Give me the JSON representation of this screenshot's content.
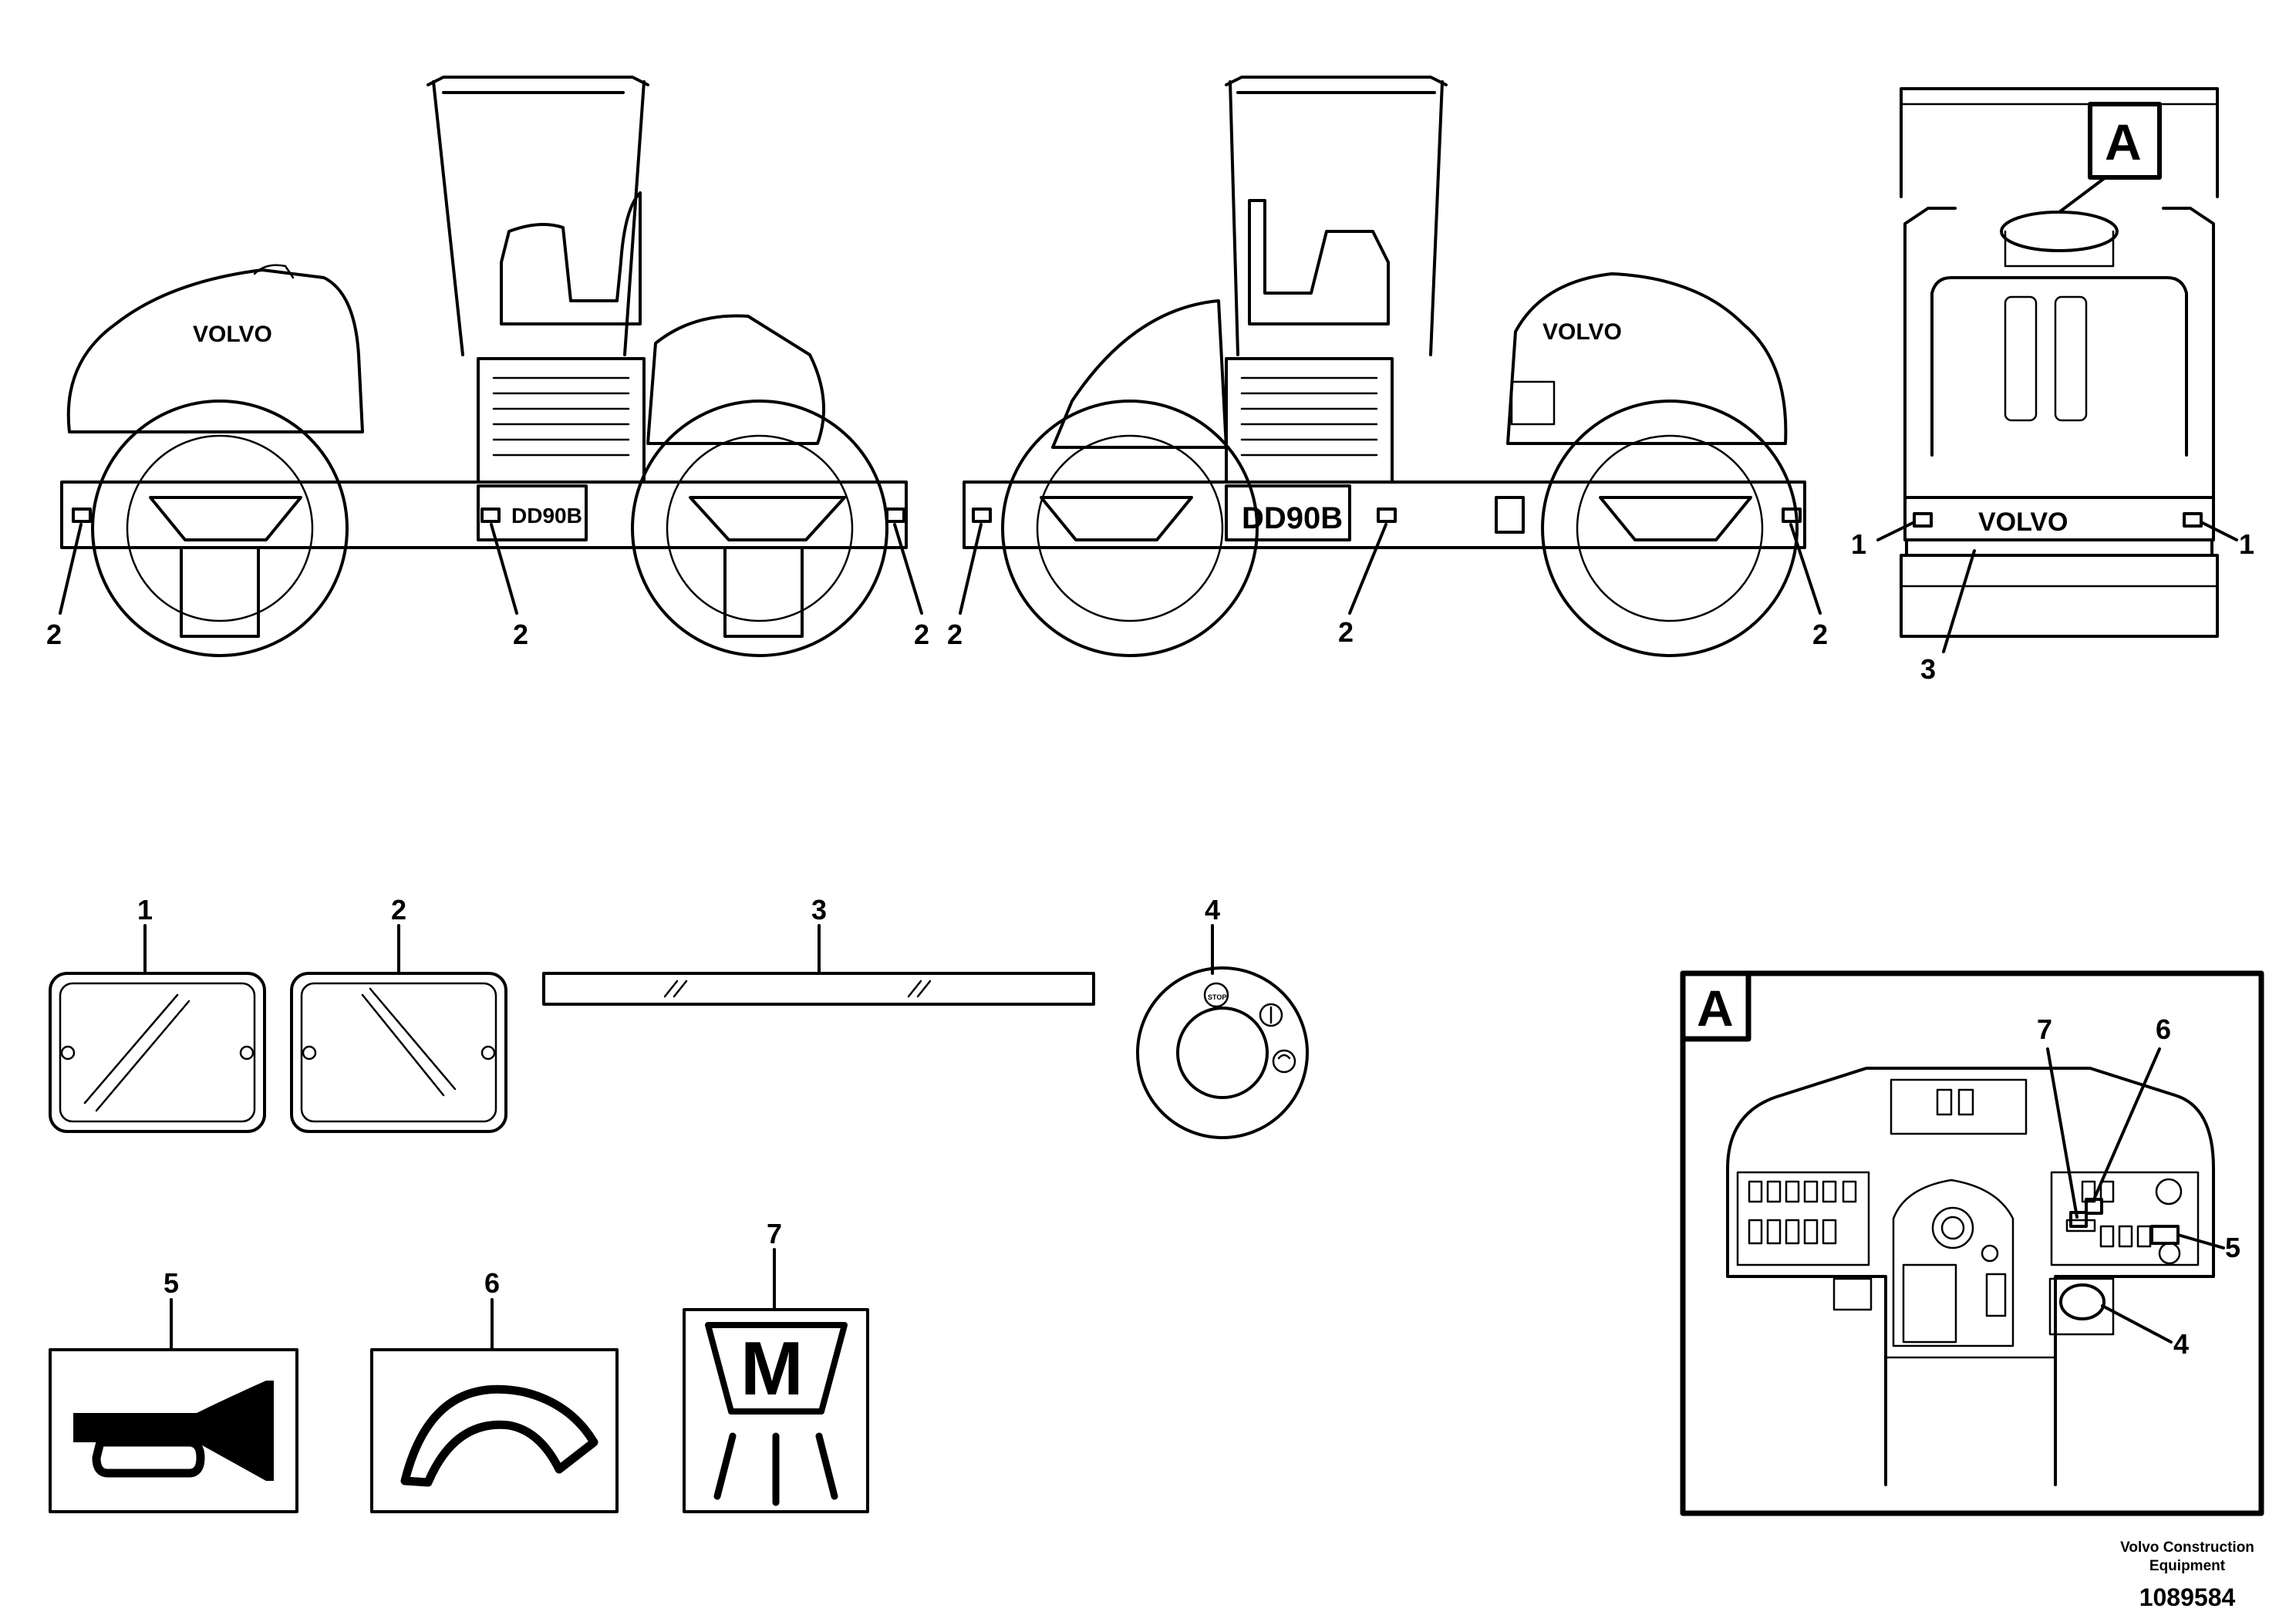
{
  "views": {
    "left_side": {
      "brand": "VOLVO",
      "model": "DD90B",
      "callouts": [
        "2",
        "2",
        "2"
      ]
    },
    "right_side": {
      "brand": "VOLVO",
      "model": "DD90B",
      "callouts": [
        "2",
        "2",
        "2"
      ]
    },
    "rear": {
      "brand": "VOLVO",
      "detail_ref": "A",
      "callouts": [
        "1",
        "1",
        "3"
      ]
    }
  },
  "parts": [
    {
      "number": "1",
      "icon": "reflector-rectangular-icon"
    },
    {
      "number": "2",
      "icon": "reflector-rectangular-icon"
    },
    {
      "number": "3",
      "icon": "reflector-strip-icon"
    },
    {
      "number": "4",
      "icon": "ignition-switch-decal-icon",
      "stop_text": "STOP"
    },
    {
      "number": "5",
      "icon": "horn-icon"
    },
    {
      "number": "6",
      "icon": "drum-vibration-icon"
    },
    {
      "number": "7",
      "icon": "manual-mode-icon",
      "letter": "M"
    }
  ],
  "detail": {
    "label": "A",
    "callouts": [
      "7",
      "6",
      "5",
      "4"
    ]
  },
  "footer": {
    "company_line1": "Volvo Construction",
    "company_line2": "Equipment",
    "drawing_number": "1089584"
  }
}
